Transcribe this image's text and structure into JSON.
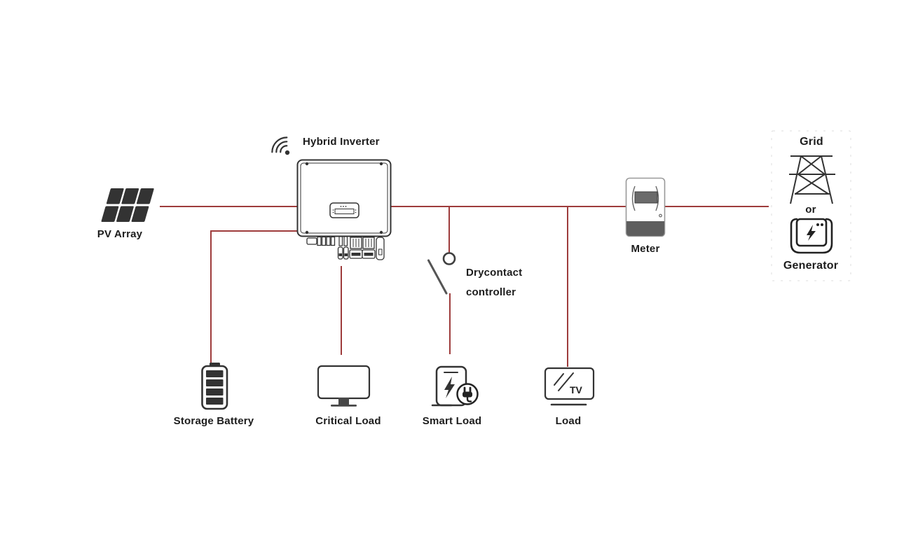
{
  "diagram": {
    "nodes": {
      "pv_array": {
        "label": "PV Array"
      },
      "hybrid_inverter": {
        "label": "Hybrid Inverter"
      },
      "storage_battery": {
        "label": "Storage Battery"
      },
      "critical_load": {
        "label": "Critical Load"
      },
      "smart_load": {
        "label": "Smart Load"
      },
      "drycontact_controller": {
        "label_line1": "Drycontact",
        "label_line2": "controller"
      },
      "load": {
        "label": "Load",
        "screen_text": "TV"
      },
      "meter": {
        "label": "Meter"
      },
      "grid": {
        "label": "Grid"
      },
      "alternative": {
        "label": "or"
      },
      "generator": {
        "label": "Generator"
      }
    },
    "colors": {
      "wire": "#9e3c3c",
      "icon": "#333333",
      "meter_outline": "#999999",
      "meter_display": "#6b6b6b",
      "meter_base": "#5e5e5e"
    }
  }
}
